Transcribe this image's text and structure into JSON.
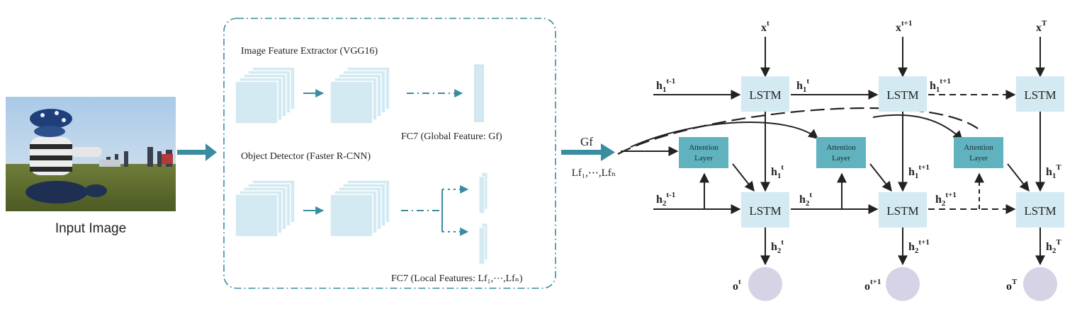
{
  "input": {
    "label": "Input Image"
  },
  "extractor": {
    "image_feature_title": "Image Feature Extractor (VGG16)",
    "global_feature_label": "FC7 (Global Feature: Gf)",
    "object_detector_title": "Object Detector (Faster R-CNN)",
    "local_feature_label": "FC7 (Local Features: Lf₁,⋯,Lfₙ)"
  },
  "link": {
    "gf_label": "Gf",
    "lf_label": "Lf₁,⋯,Lfₙ"
  },
  "lstm": {
    "block_label": "LSTM",
    "attention_line1": "Attention",
    "attention_line2": "Layer",
    "columns": [
      {
        "x_base": "x",
        "x_sup": "t",
        "h1_out_sup": "t",
        "h2_out_sup": "t",
        "o_sup": "t"
      },
      {
        "x_base": "x",
        "x_sup": "t+1",
        "h1_out_sup": "t+1",
        "h2_out_sup": "t+1",
        "o_sup": "t+1"
      },
      {
        "x_base": "x",
        "x_sup": "T",
        "h1_out_sup": "T",
        "h2_out_sup": "T",
        "o_sup": "T"
      }
    ],
    "h_base": "h",
    "o_base": "o",
    "h1_sub": "1",
    "h2_sub": "2",
    "h1_prev_sup": "t-1",
    "h1_mid1_sup": "t",
    "h1_mid2_sup": "t+1",
    "h2_prev_sup": "t-1",
    "h2_mid1_sup": "t",
    "h2_mid2_sup": "t+1"
  },
  "colors": {
    "block_fill": "#d3eaf2",
    "attention_fill": "#5fb2be",
    "arrow_teal": "#3a8ca0",
    "output_circle": "#d6d3e6",
    "line": "#222222"
  }
}
